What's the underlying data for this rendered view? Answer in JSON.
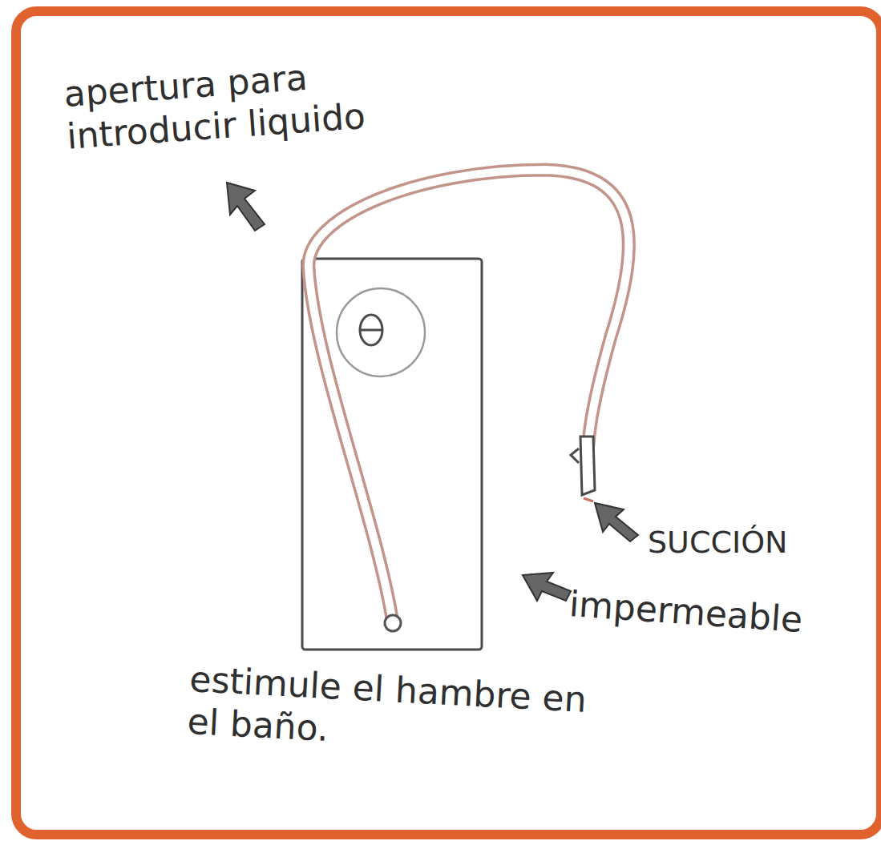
{
  "diagram": {
    "labels": [
      "apertura para introducir liquido",
      "SUCCIÓN",
      "impermeable",
      "estimule el hambre en el baño."
    ]
  }
}
